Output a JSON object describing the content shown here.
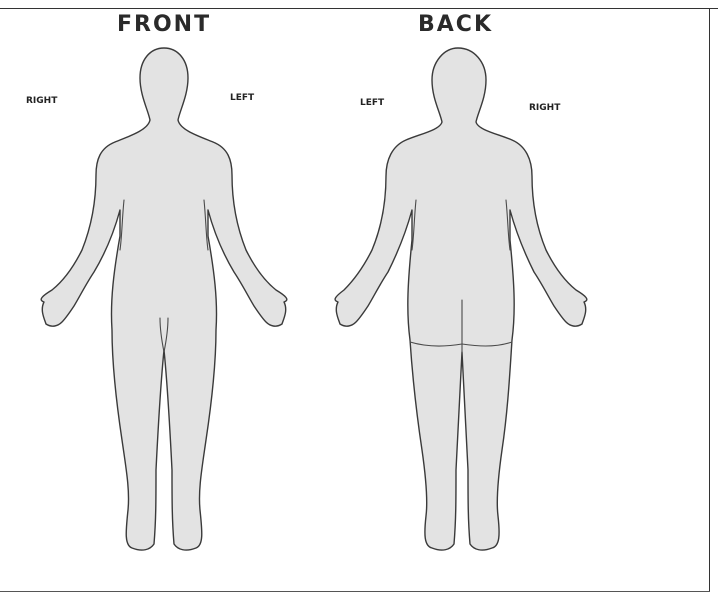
{
  "front": {
    "title": "FRONT",
    "label_right": "RIGHT",
    "label_left": "LEFT"
  },
  "back": {
    "title": "BACK",
    "label_left": "LEFT",
    "label_right": "RIGHT"
  },
  "colors": {
    "body_fill": "#e3e3e3",
    "outline": "#3a3a3a",
    "background": "#ffffff"
  }
}
